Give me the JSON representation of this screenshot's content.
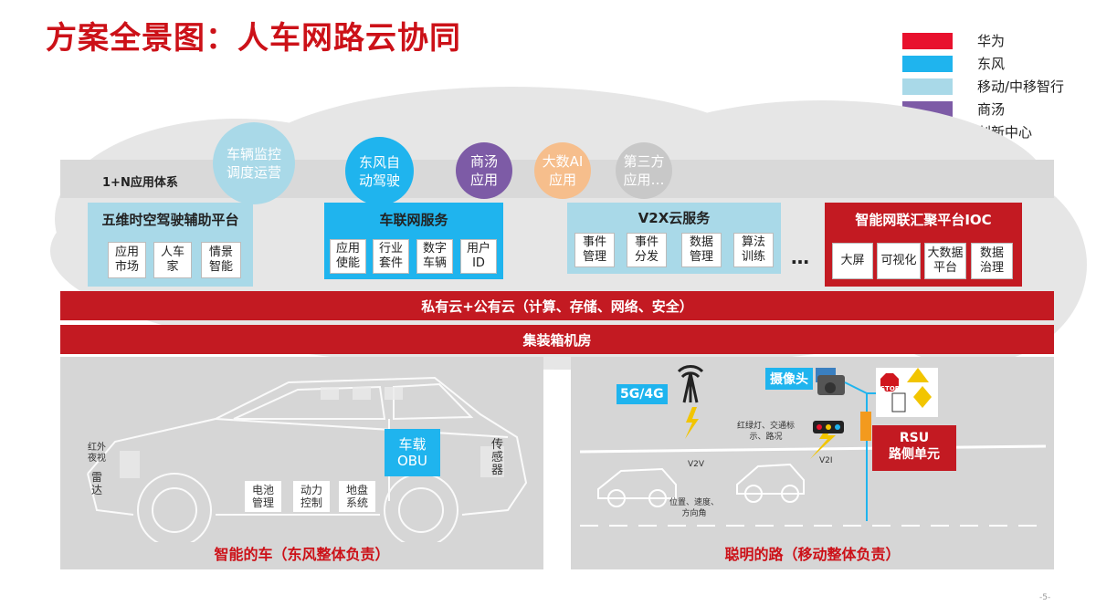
{
  "title": "方案全景图：人车网路云协同",
  "legend": [
    {
      "label": "华为",
      "color": "#e8112d"
    },
    {
      "label": "东风",
      "color": "#1fb4ee"
    },
    {
      "label": "移动/中移智行",
      "color": "#a9d9e8"
    },
    {
      "label": "商汤",
      "color": "#7d5ba6"
    },
    {
      "label": "创新中心",
      "color": "#f6be8c"
    }
  ],
  "app_layer": {
    "label": "1+N应用体系",
    "bubbles": [
      {
        "label": "车辆监控\n调度运营",
        "color": "#a9d9e8"
      },
      {
        "label": "东风自\n动驾驶",
        "color": "#1fb4ee"
      },
      {
        "label": "商汤\n应用",
        "color": "#7d5ba6"
      },
      {
        "label": "大数AI\n应用",
        "color": "#f6be8c"
      },
      {
        "label": "第三方\n应用…",
        "color": "#c8c8c8"
      }
    ]
  },
  "platforms": [
    {
      "title": "五维时空驾驶辅助平台",
      "color": "#a9d9e8",
      "items": [
        "应用\n市场",
        "人车\n家",
        "情景\n智能"
      ]
    },
    {
      "title": "车联网服务",
      "color": "#1fb4ee",
      "items": [
        "应用\n使能",
        "行业\n套件",
        "数字\n车辆",
        "用户\nID"
      ]
    },
    {
      "title": "V2X云服务",
      "color": "#a9d9e8",
      "items": [
        "事件\n管理",
        "事件\n分发",
        "数据\n管理",
        "算法\n训练"
      ]
    },
    {
      "title": "智能网联汇聚平台IOC",
      "color": "#c31a22",
      "items": [
        "大屏",
        "可视化",
        "大数据\n平台",
        "数据\n治理"
      ]
    }
  ],
  "ellipsis": "…",
  "cloud_band": "私有云+公有云（计算、存储、网络、安全）",
  "container_band": "集装箱机房",
  "car_panel": {
    "caption": "智能的车（东风整体负责）",
    "obu": "车载\nOBU",
    "chips": [
      "电池\n管理",
      "动力\n控制",
      "地盘\n系统"
    ],
    "side_left": [
      "红外\n夜视",
      "雷\n达"
    ],
    "side_right": "传\n感\n器"
  },
  "road_panel": {
    "caption": "聪明的路（移动整体负责）",
    "network": "5G/4G",
    "camera": "摄像头",
    "rsu": "RSU\n路侧单元",
    "light_note": "红绿灯、交通标\n示、路况",
    "v2v": "V2V",
    "v2i": "V2I",
    "pos_note": "位置、速度、\n方向角",
    "stop_sign": "STOP"
  },
  "page_number": "-5-"
}
